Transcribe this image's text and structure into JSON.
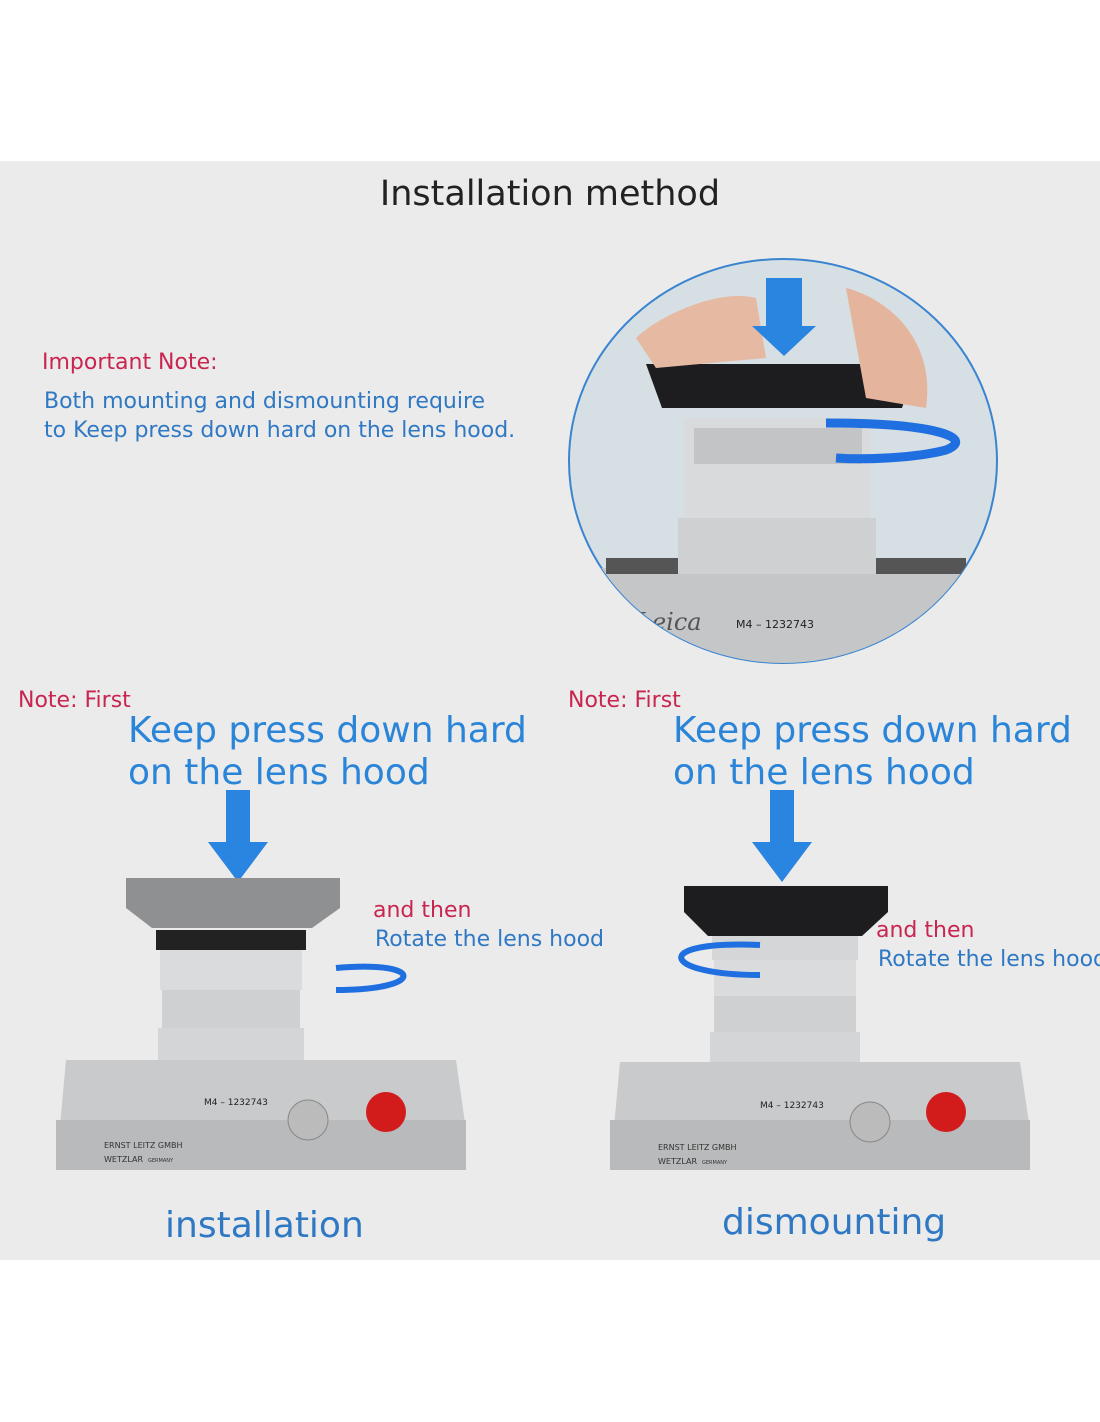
{
  "title": "Installation method",
  "important_note": {
    "heading": "Important Note:",
    "line1": "Both mounting and dismounting require",
    "line2": "to Keep press down hard on the lens hood."
  },
  "camera_markings": {
    "model": "M4 – 1232743",
    "brand": "Leica",
    "maker": "ERNST LEITZ GMBH",
    "city": "WETZLAR",
    "country": "GERMANY"
  },
  "steps": [
    {
      "note": "Note: First",
      "line1": "Keep press down hard",
      "line2": "on the lens hood",
      "then": "and then",
      "rotate": "Rotate the lens hood",
      "caption": "installation"
    },
    {
      "note": "Note: First",
      "line1": "Keep press down hard",
      "line2": "on the lens hood",
      "then": "and then",
      "rotate": "Rotate the lens hood",
      "caption": "dismounting"
    }
  ],
  "colors": {
    "accent_blue": "#2a85d8",
    "note_red": "#c8254f",
    "background": "#ebebeb"
  }
}
